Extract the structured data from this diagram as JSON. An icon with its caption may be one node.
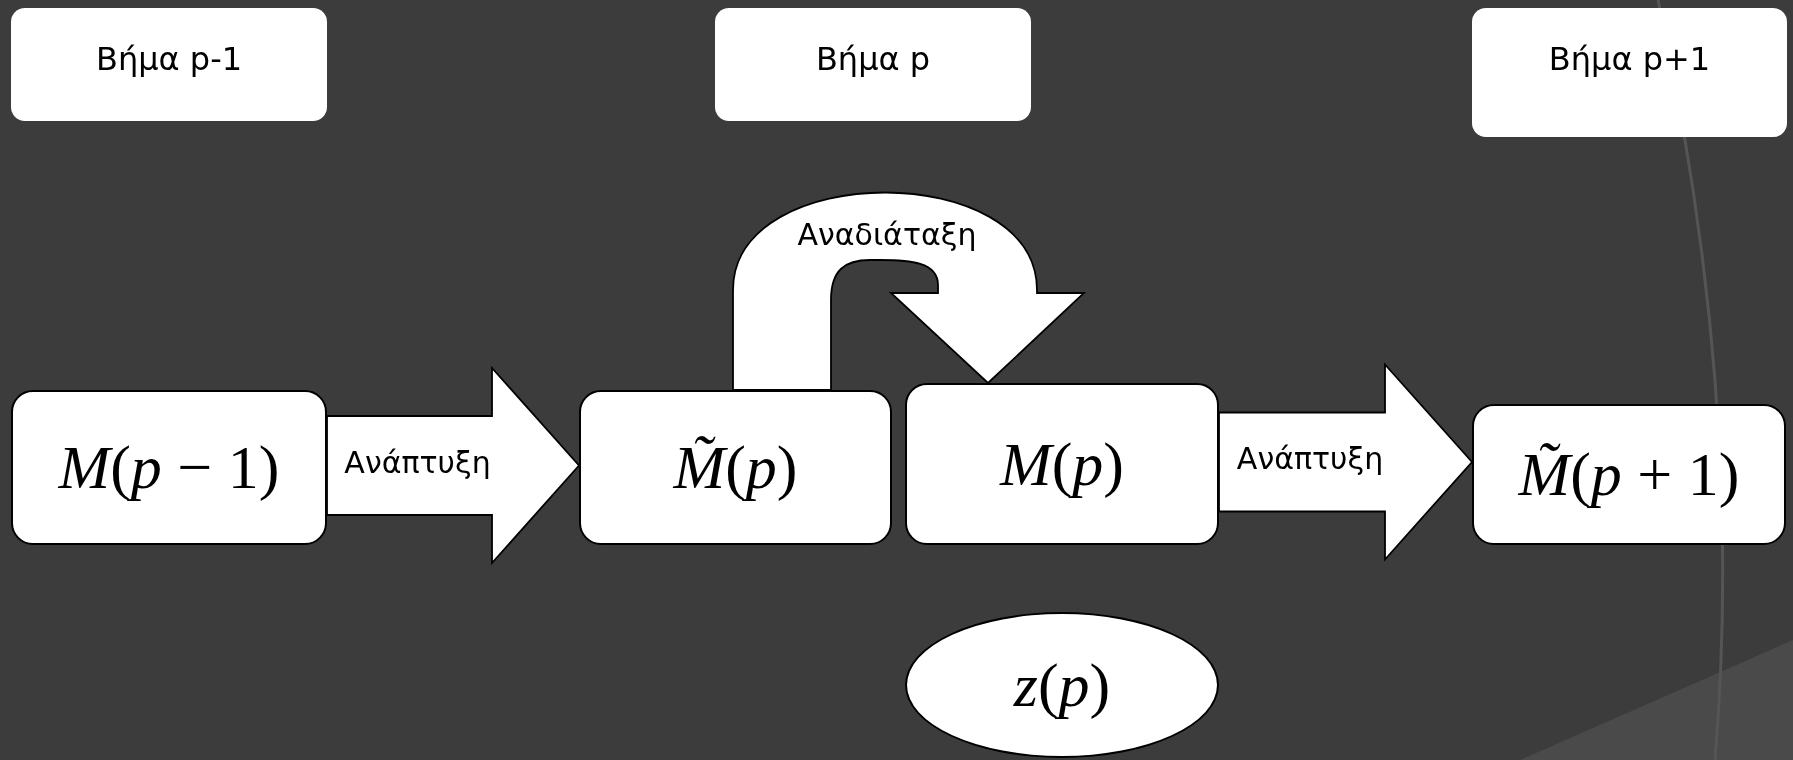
{
  "diagram": {
    "nodes": [
      {
        "text": [
          "Βήμα p-1"
        ]
      },
      {
        "text": [
          "Βήμα p"
        ]
      },
      {
        "text": [
          "Βήμα p+1"
        ]
      },
      {
        "text": [
          "*M*(*p* − 1)"
        ]
      },
      {
        "text": [
          "*M̃*(*p*)"
        ]
      },
      {
        "text": [
          "*M*(*p*)"
        ]
      },
      {
        "text": [
          "*M̃*(*p* + 1)"
        ]
      },
      {
        "text": [
          "*z*(*p*)"
        ]
      }
    ],
    "edges": [
      {
        "from": 3,
        "to": 4,
        "arrow": "to",
        "label": "Ανάπτυξη"
      },
      {
        "from": 4,
        "to": 5,
        "arrow": "to",
        "label": "Αναδιάταξη"
      },
      {
        "from": 5,
        "to": 6,
        "arrow": "to",
        "label": "Ανάπτυξη"
      }
    ]
  }
}
